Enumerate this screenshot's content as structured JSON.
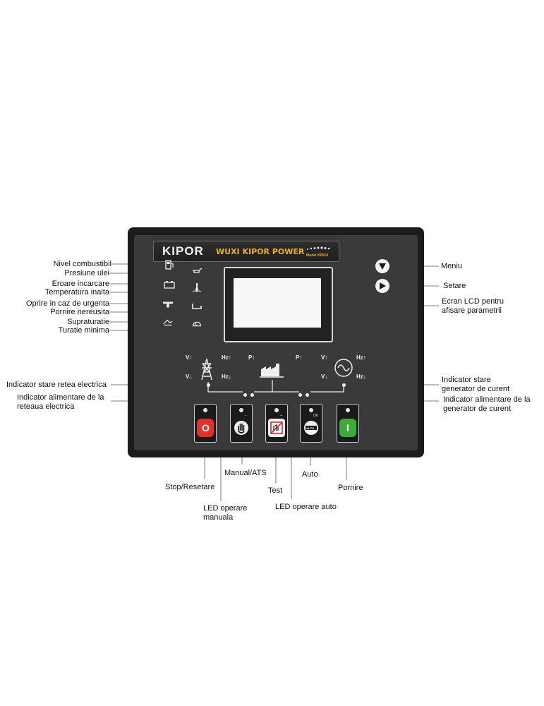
{
  "brand": {
    "logo": "KIPOR",
    "company": "WUXI KIPOR POWER",
    "model": "Model KP610"
  },
  "left_labels": [
    {
      "id": "fuel-level",
      "text": "Nivel combustibil",
      "icon": "fuel-pump-icon"
    },
    {
      "id": "oil-pressure",
      "text": "Presiune ulei",
      "icon": "oil-can-icon"
    },
    {
      "id": "charge-fail",
      "text": "Eroare incarcare",
      "icon": "battery-icon"
    },
    {
      "id": "high-temp",
      "text": "Temperatura inalta",
      "icon": "thermometer-icon"
    },
    {
      "id": "emergency-stop",
      "text": "Oprire in caz de urgenta",
      "icon": "emergency-stop-icon"
    },
    {
      "id": "start-fail",
      "text": "Pornire nereusita",
      "icon": "start-fail-icon"
    },
    {
      "id": "overspeed",
      "text": "Supraturatie",
      "icon": "overspeed-icon"
    },
    {
      "id": "underspeed",
      "text": "Turatie minima",
      "icon": "underspeed-icon"
    }
  ],
  "right_labels": {
    "menu": "Meniu",
    "setup": "Setare",
    "lcd": [
      "Ecran LCD pentru",
      "afisare parametrii"
    ]
  },
  "mid_labels": {
    "mains_status": "Indicator stare retea electrica",
    "mains_supply": [
      "Indicator alimentare de la",
      "reteaua electrica"
    ],
    "gen_status": [
      "Indicator stare",
      "generator de curent"
    ],
    "gen_supply": [
      "Indicator alimentare de la",
      "generator de curent"
    ]
  },
  "bottom_labels": {
    "stop": "Stop/Resetare",
    "manual": "Manual/ATS",
    "test": "Test",
    "auto": "Auto",
    "start": "Pornire",
    "led_manual": [
      "LED operare",
      "manuala"
    ],
    "led_auto": "LED operare auto"
  },
  "panel_marks": {
    "v_up": "V↑",
    "v_down": "V↓",
    "hz_up": "Hz↑",
    "hz_down": "Hz↓",
    "p_up": "P↑",
    "stop_symbol": "O",
    "start_symbol": "I",
    "auto_symbol": "AUTO",
    "ok_symbol": "OK",
    "minus_symbol": "−",
    "plus_symbol": "+"
  },
  "colors": {
    "stop_red": "#e0312a",
    "start_green": "#3cab3c",
    "brand_gold": "#e8b020",
    "panel_dark": "#1c1c1c",
    "face_gray": "#3a3a3c"
  }
}
